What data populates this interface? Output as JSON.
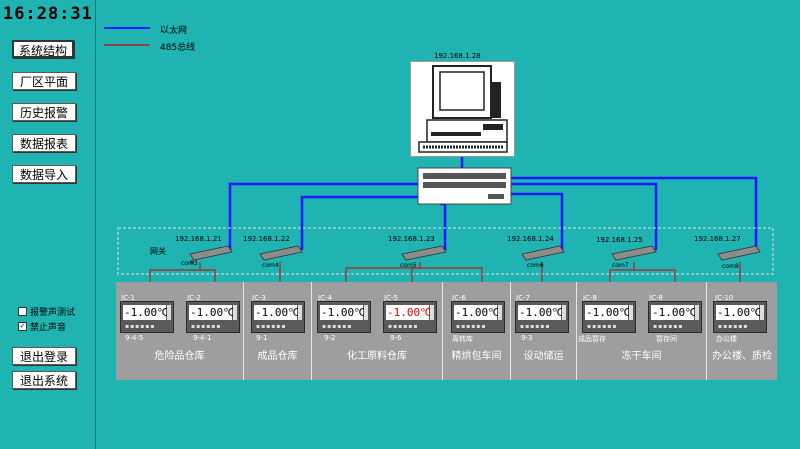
{
  "clock": "16:28:31",
  "nav": [
    "系统结构",
    "厂区平面",
    "历史报警",
    "数据报表",
    "数据导入"
  ],
  "options": [
    {
      "label": "报警声测试",
      "checked": false
    },
    {
      "label": "禁止声音",
      "checked": true
    }
  ],
  "exit_buttons": [
    "退出登录",
    "退出系统"
  ],
  "legend": [
    {
      "label": "以太网",
      "color": "#1a1aff"
    },
    {
      "label": "485总线",
      "color": "#b22222"
    }
  ],
  "server_ip": "192.168.1.28",
  "gateway_label": "网关",
  "gateways": [
    {
      "ip": "192.168.1.21",
      "com": "com3"
    },
    {
      "ip": "192.168.1.22",
      "com": "com4"
    },
    {
      "ip": "192.168.1.23",
      "com": "com5"
    },
    {
      "ip": "192.168.1.24",
      "com": "com6"
    },
    {
      "ip": "192.168.1.25",
      "com": "com7"
    },
    {
      "ip": "192.168.1.27",
      "com": "com8"
    }
  ],
  "zones": [
    "危险品仓库",
    "成品仓库",
    "化工原料仓库",
    "精烘包车间",
    "设动储运",
    "冻干车间",
    "办公楼、质检"
  ],
  "controllers": [
    {
      "id": "JC-1",
      "value": "-1.00℃",
      "alarm": false,
      "sub": "9-4-5"
    },
    {
      "id": "JC-2",
      "value": "-1.00℃",
      "alarm": false,
      "sub": "9-4-1"
    },
    {
      "id": "JC-3",
      "value": "-1.00℃",
      "alarm": false,
      "sub": "9-1"
    },
    {
      "id": "JC-4",
      "value": "-1.00℃",
      "alarm": false,
      "sub": "9-2"
    },
    {
      "id": "JC-5",
      "value": "-1.00℃",
      "alarm": true,
      "sub": "9-6"
    },
    {
      "id": "JC-6",
      "value": "-1.00℃",
      "alarm": false,
      "sub": "周转库"
    },
    {
      "id": "JC-7",
      "value": "-1.00℃",
      "alarm": false,
      "sub": "9-3"
    },
    {
      "id": "JC-8",
      "value": "-1.00℃",
      "alarm": false,
      "sub": "成品暂存"
    },
    {
      "id": "JC-8",
      "value": "-1.00℃",
      "alarm": false,
      "sub": "暂存间"
    },
    {
      "id": "JC-10",
      "value": "-1.00℃",
      "alarm": false,
      "sub": "办公楼"
    }
  ],
  "colors": {
    "background": "#1fb3b1",
    "ethernet": "#1a1aff",
    "bus": "#b22222",
    "alarm": "#e00000"
  }
}
